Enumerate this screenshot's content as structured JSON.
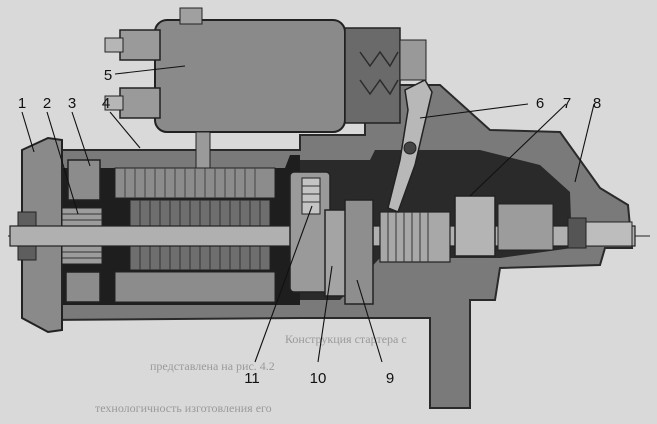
{
  "callouts": {
    "c1": "1",
    "c2": "2",
    "c3": "3",
    "c4": "4",
    "c5": "5",
    "c6": "6",
    "c7": "7",
    "c8": "8",
    "c9": "9",
    "c10": "10",
    "c11": "11"
  },
  "background_text": {
    "line1": "Конструкция стартера с",
    "line2": "представлена на рис. 4.2",
    "line3": "технологичность изготовления его"
  },
  "colors": {
    "paper": "#d9d9d9",
    "housing": "#7a7a7a",
    "housing_dark": "#3a3a3a",
    "interior": "#1e1e1e",
    "metal_light": "#a8a8a8",
    "metal_mid": "#8c8c8c"
  }
}
